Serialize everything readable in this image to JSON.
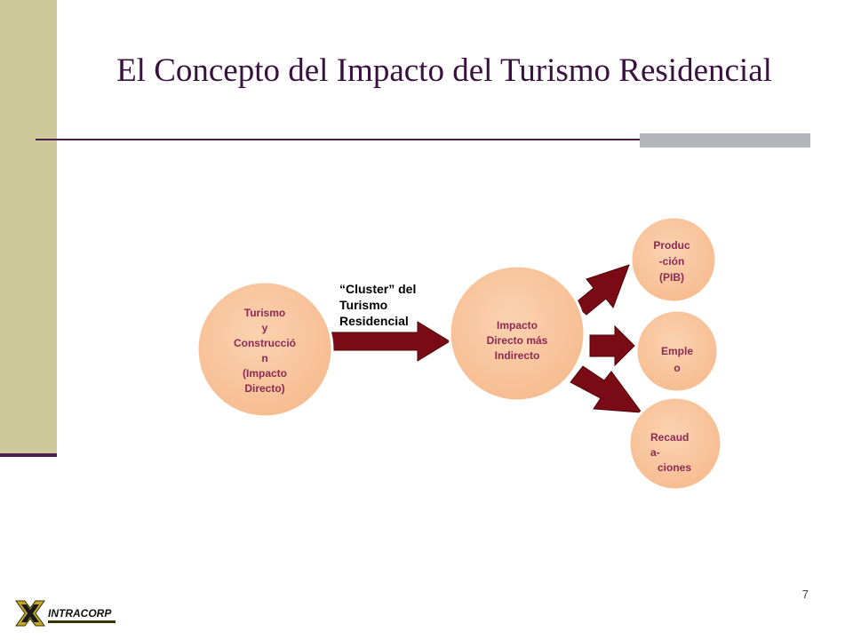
{
  "slide": {
    "title": "El Concepto del Impacto del Turismo Residencial",
    "number": "7"
  },
  "diagram": {
    "source_node": [
      "Turismo",
      "y",
      "Construcció",
      "n",
      "(Impacto",
      "Directo)"
    ],
    "arrow_label": [
      "“Cluster” del",
      "Turismo",
      "Residencial"
    ],
    "center_node": [
      "Impacto",
      "Directo más",
      "Indirecto"
    ],
    "outputs": [
      {
        "lines": [
          "Produc",
          "-ción",
          "(PIB)"
        ]
      },
      {
        "lines": [
          "Emple",
          "o"
        ]
      },
      {
        "lines": [
          "Recaud",
          "a-",
          "ciones"
        ]
      }
    ]
  },
  "logo": {
    "text": "INTRACORP"
  },
  "colors": {
    "node_fill": "#f8c39a",
    "node_text": "#8b2a55",
    "arrow": "#7a0b14",
    "accent_bar": "#cdc99a",
    "title": "#3a1040"
  }
}
